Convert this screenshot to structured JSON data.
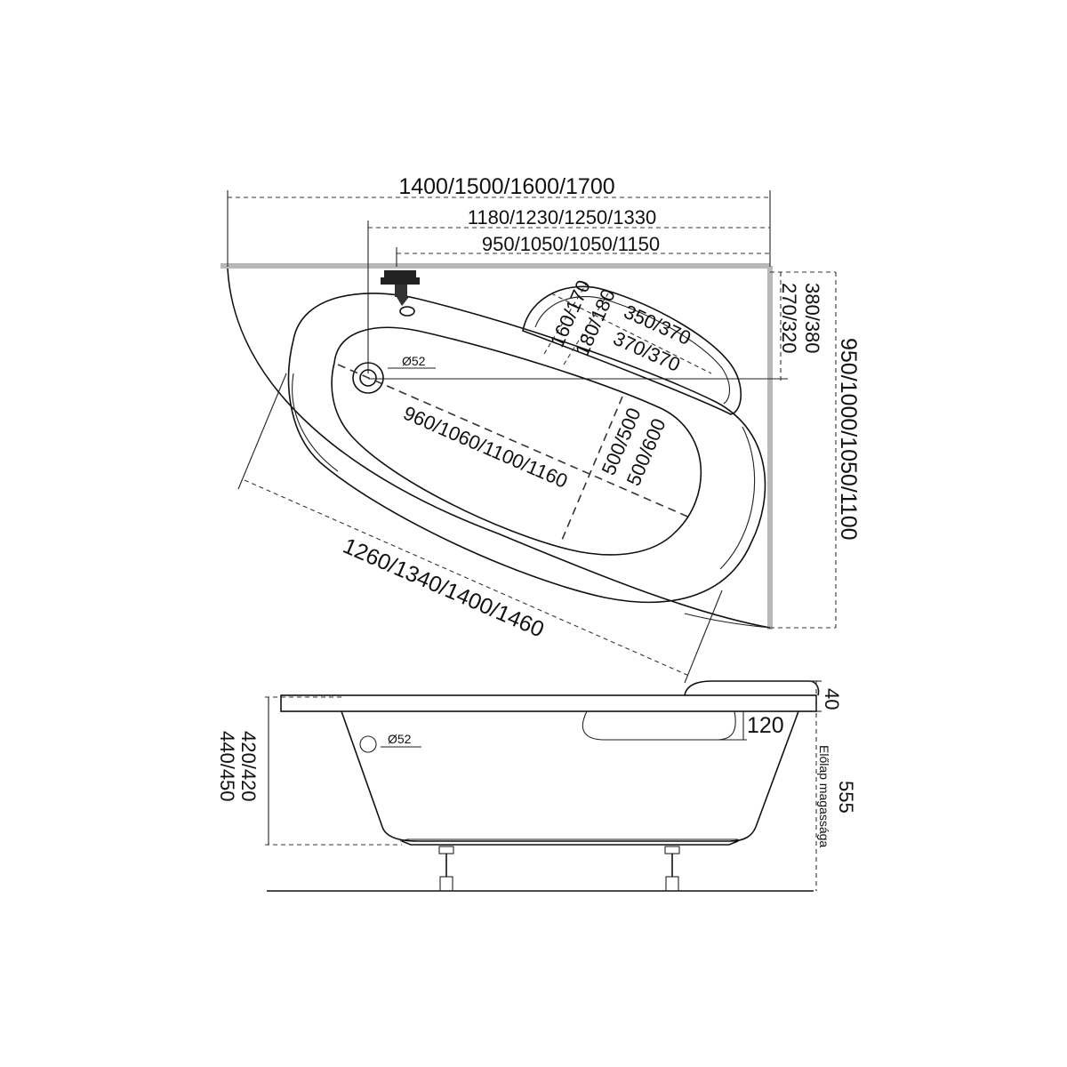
{
  "top_view": {
    "width_overall": "1400/1500/1600/1700",
    "width_to_drain": "1180/1230/1250/1330",
    "width_to_tap": "950/1050/1050/1150",
    "depth_right_a": "270/320",
    "depth_right_b": "380/380",
    "depth_overall": "950/1000/1050/1100",
    "headrest_a": "160/170",
    "headrest_b": "180/180",
    "headrest_c": "350/370",
    "headrest_d": "370/370",
    "drain_dia": "Ø52",
    "inner_length": "960/1060/1100/1160",
    "inner_width_a": "500/500",
    "inner_width_b": "500/600",
    "outer_length": "1260/1340/1400/1460"
  },
  "side_view": {
    "rim_height": "40",
    "headrest_height": "120",
    "drain_dia": "Ø52",
    "depth_a": "420/420",
    "depth_b": "440/450",
    "panel_height_value": "555",
    "panel_height_label": "Előlap magassága"
  }
}
